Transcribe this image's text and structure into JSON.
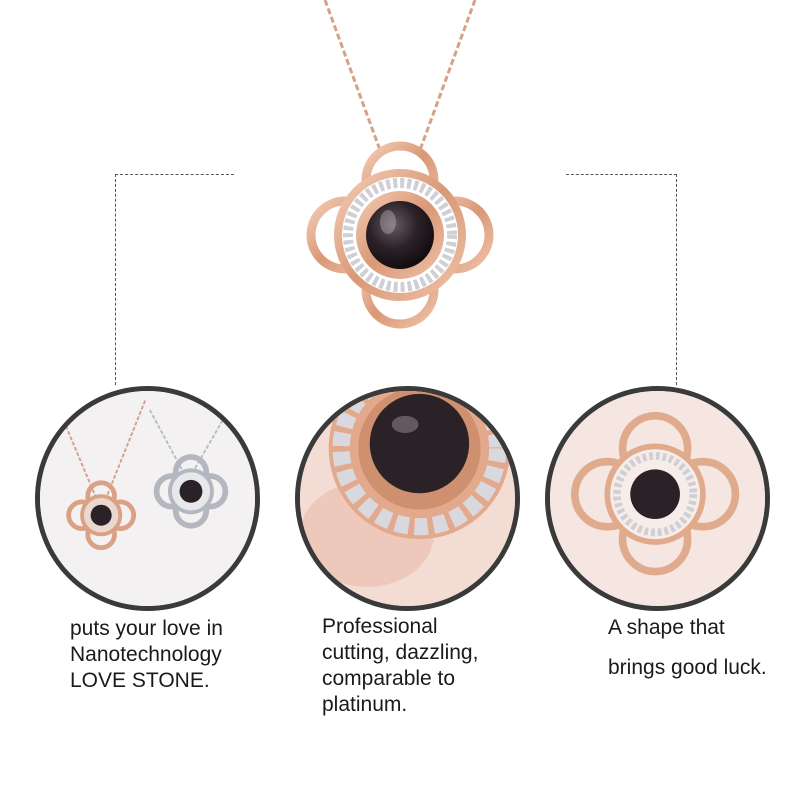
{
  "panels": [
    {
      "image": "rose-gold-and-silver-clover-pendants",
      "lines": [
        "puts your love in",
        "Nanotechnology",
        "LOVE STONE."
      ]
    },
    {
      "image": "close-up-crystal-halo-and-black-stone",
      "lines": [
        "Professional",
        "cutting, dazzling,",
        "comparable to",
        "platinum."
      ]
    },
    {
      "image": "clover-pendant-close-up",
      "lines": [
        "A shape that",
        "brings good luck."
      ]
    }
  ],
  "colors": {
    "rose_gold": "#e2a98c",
    "stone": "#2a2226",
    "circle_border": "#3a3a3a"
  }
}
